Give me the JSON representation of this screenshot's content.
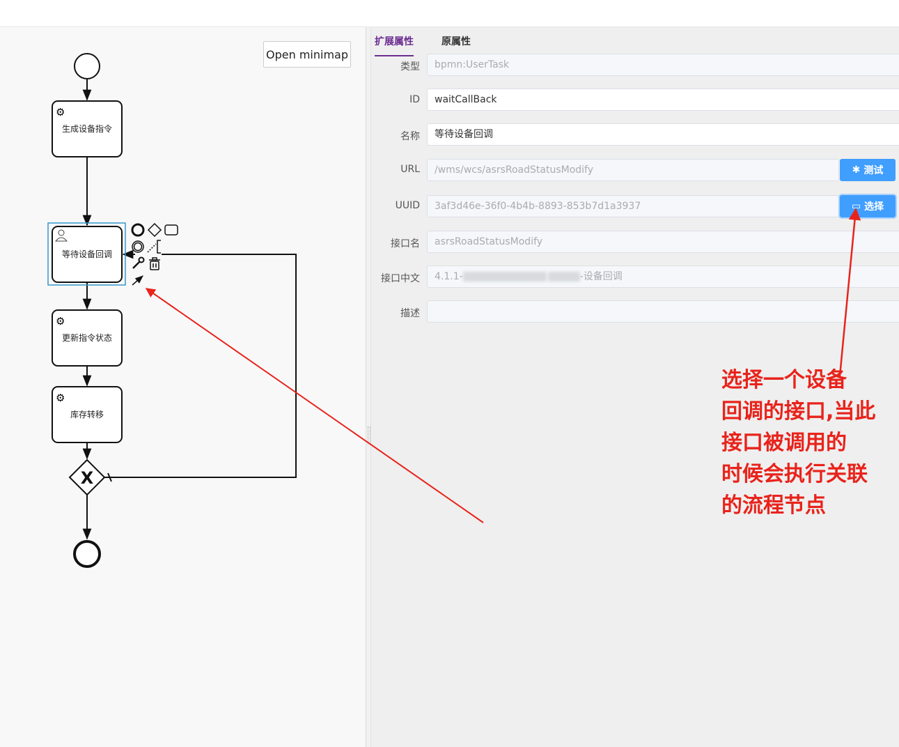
{
  "canvas": {
    "minimap_button": "Open minimap",
    "tasks": [
      {
        "label": "生成设备指令",
        "kind": "service-task"
      },
      {
        "label": "等待设备回调",
        "kind": "user-task",
        "selected": true
      },
      {
        "label": "更新指令状态",
        "kind": "service-task"
      },
      {
        "label": "库存转移",
        "kind": "service-task"
      }
    ],
    "gateway": {
      "kind": "exclusive-gateway",
      "symbol": "X"
    },
    "context_pad_icons": [
      "end-event-icon",
      "gateway-icon",
      "task-icon",
      "intermediate-event-icon",
      "text-annotation-icon",
      "wrench-icon",
      "trash-icon",
      "connect-arrow-icon"
    ]
  },
  "panel": {
    "tabs": [
      {
        "label": "扩展属性",
        "active": true
      },
      {
        "label": "原属性",
        "active": false
      }
    ],
    "fields": {
      "type": {
        "label": "类型",
        "value": "bpmn:UserTask"
      },
      "id": {
        "label": "ID",
        "value": "waitCallBack"
      },
      "name": {
        "label": "名称",
        "value": "等待设备回调"
      },
      "url": {
        "label": "URL",
        "value": "/wms/wcs/asrsRoadStatusModify"
      },
      "uuid": {
        "label": "UUID",
        "value": "3af3d46e-36f0-4b4b-8893-853b7d1a3937"
      },
      "iface_name": {
        "label": "接口名",
        "value": "asrsRoadStatusModify"
      },
      "iface_cn": {
        "label": "接口中文",
        "prefix": "4.1.1-",
        "suffix": "-设备回调"
      },
      "desc": {
        "label": "描述",
        "value": ""
      }
    },
    "test_button": "测试",
    "select_button": "选择"
  },
  "annotation": {
    "lines": [
      "选择一个设备",
      "回调的接口,当此",
      "接口被调用的",
      "时候会执行关联",
      "的流程节点"
    ],
    "color": "#e8231b"
  },
  "colors": {
    "accent_tab": "#6a2c91",
    "primary_button": "#409eff",
    "selection": "#3399cc"
  }
}
